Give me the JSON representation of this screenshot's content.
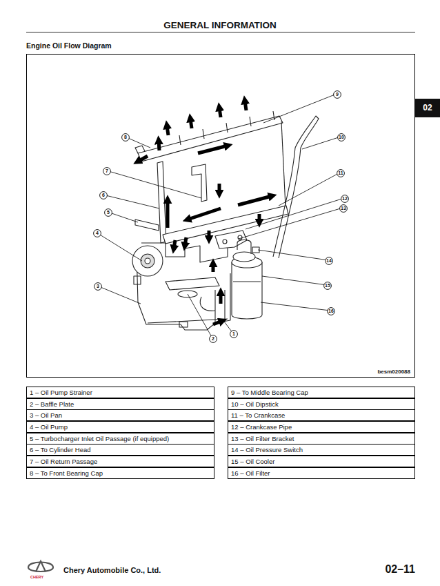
{
  "diagram": {
    "title": "GENERAL INFORMATION",
    "nodes": [
      {
        "text": [
          "besm020088"
        ]
      },
      {
        "text": [
          "9"
        ],
        "in": 0
      },
      {
        "text": [
          "8"
        ],
        "in": 0
      },
      {
        "text": [
          "10"
        ],
        "in": 0
      },
      {
        "text": [
          "7"
        ],
        "in": 0
      },
      {
        "text": [
          "11"
        ],
        "in": 0
      },
      {
        "text": [
          "6"
        ],
        "in": 0
      },
      {
        "text": [
          "12"
        ],
        "in": 0
      },
      {
        "text": [
          "13"
        ],
        "in": 0
      },
      {
        "text": [
          "5"
        ],
        "in": 0
      },
      {
        "text": [
          "4"
        ],
        "in": 0
      },
      {
        "text": [
          "14"
        ],
        "in": 0
      },
      {
        "text": [
          "3"
        ],
        "in": 0
      },
      {
        "text": [
          "15"
        ],
        "in": 0
      },
      {
        "text": [
          "16"
        ],
        "in": 0
      },
      {
        "text": [
          "1"
        ],
        "in": 0
      },
      {
        "text": [
          "2"
        ],
        "in": 0
      }
    ],
    "labels": [
      "Engine Oil Flow Diagram",
      "02",
      "1 – Oil Pump Strainer",
      "2 – Baffle Plate",
      "3 – Oil Pan",
      "4 – Oil Pump",
      "5 – Turbocharger Inlet Oil Passage (if equipped)",
      "6 – To Cylinder Head",
      "7 – Oil Return Passage",
      "8 – To Front Bearing Cap",
      "9 – To Middle Bearing Cap",
      "10 – Oil Dipstick",
      "11 – To Crankcase",
      "12 – Crankcase Pipe",
      "13 – Oil Filter Bracket",
      "14 – Oil Pressure Switch",
      "15 – Oil Cooler",
      "16 – Oil Filter",
      "CHERY",
      "Chery Automobile Co., Ltd.",
      "02–11"
    ]
  }
}
